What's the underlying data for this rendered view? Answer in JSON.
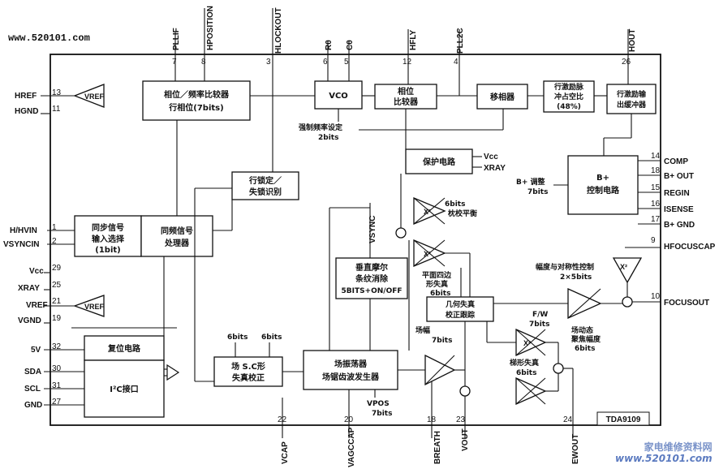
{
  "website": "www.520101.com",
  "watermark": "家电维修资料网",
  "watermark_url": "www.520101.com",
  "chip": "TDA9109",
  "top_pins": [
    {
      "name": "PLLIF",
      "num": "7"
    },
    {
      "name": "HPOSITION",
      "num": "8"
    },
    {
      "name": "HLOCKOUT",
      "num": "3"
    },
    {
      "name": "R0",
      "num": "6"
    },
    {
      "name": "C0",
      "num": "5"
    },
    {
      "name": "HFLY",
      "num": "12"
    },
    {
      "name": "PLL2C",
      "num": "4"
    },
    {
      "name": "HOUT",
      "num": "26"
    }
  ],
  "left_pins": [
    {
      "name": "HREF",
      "num": "13"
    },
    {
      "name": "HGND",
      "num": "11"
    },
    {
      "name": "H/HVIN",
      "num": "1"
    },
    {
      "name": "VSYNCIN",
      "num": "2"
    },
    {
      "name": "Vcc",
      "num": "29"
    },
    {
      "name": "XRAY",
      "num": "25"
    },
    {
      "name": "VREF",
      "num": "21"
    },
    {
      "name": "VGND",
      "num": "19"
    },
    {
      "name": "5V",
      "num": "32"
    },
    {
      "name": "SDA",
      "num": "30"
    },
    {
      "name": "SCL",
      "num": "31"
    },
    {
      "name": "GND",
      "num": "27"
    }
  ],
  "right_pins": [
    {
      "name": "COMP",
      "num": "14"
    },
    {
      "name": "B+ OUT",
      "num": "18"
    },
    {
      "name": "REGIN",
      "num": "15"
    },
    {
      "name": "ISENSE",
      "num": "16"
    },
    {
      "name": "B+ GND",
      "num": "17"
    },
    {
      "name": "HFOCUSCAP",
      "num": "9"
    },
    {
      "name": "FOCUSOUT",
      "num": "10"
    }
  ],
  "bottom_pins": [
    {
      "name": "VCAP",
      "num": "22"
    },
    {
      "name": "VAGCCAP",
      "num": "20"
    },
    {
      "name": "BREATH",
      "num": "18"
    },
    {
      "name": "VOUT",
      "num": "23"
    },
    {
      "name": "EWOUT",
      "num": "24"
    }
  ],
  "blocks": {
    "phase_compare_1": [
      "相位／频率比较器",
      "行相位(7bits)"
    ],
    "vco": "VCO",
    "phase_compare_2": [
      "相位",
      "比较器"
    ],
    "phase_shifter": "移相器",
    "duty": [
      "行激励脉",
      "冲占空比",
      "(48%)"
    ],
    "hout_buffer": [
      "行激励输",
      "出缓冲器"
    ],
    "lock_detect": [
      "行锁定／",
      "失锁识别"
    ],
    "sync_select": [
      "同步信号",
      "输入选择",
      "(1bit)"
    ],
    "sync_proc": [
      "同频信号",
      "处理器"
    ],
    "protect": "保护电路",
    "bplus": [
      "B+",
      "控制电路"
    ],
    "moire": [
      "垂直摩尔",
      "条纹消除",
      "5BITS+ON/OFF"
    ],
    "geometry": [
      "几何失真",
      "校正跟踪"
    ],
    "reset": "复位电路",
    "i2c": "I²C接口",
    "sc_correct": [
      "场 S.C形",
      "失真校正"
    ],
    "vosc": [
      "场振荡器",
      "场锯齿波发生器"
    ]
  },
  "labels": {
    "force_freq": "强制频率设定",
    "force_freq_bits": "2bits",
    "vcc_in": "Vcc",
    "xray_in": "XRAY",
    "bplus_adj": "B+ 调整",
    "bplus_bits": "7bits",
    "vsync": "VSYNC",
    "pin_balance": "枕校平衡",
    "pin_balance_bits": "6bits",
    "parallelogram": "平面四边",
    "parallelogram_2": "形失真",
    "parallelogram_bits": "6bits",
    "amp_sym": "幅度与对称性控制",
    "amp_sym_bits": "2×5bits",
    "vamp": "场幅",
    "vamp_bits": "7bits",
    "fw": "F/W",
    "fw_bits": "7bits",
    "trapezoid": "梯形失真",
    "trapezoid_bits": "6bits",
    "dyn_focus": "场动态",
    "dyn_focus_2": "聚焦幅度",
    "dyn_focus_bits": "6bits",
    "bits6_a": "6bits",
    "bits6_b": "6bits",
    "vpos": "VPOS",
    "vpos_bits": "7bits",
    "x2": "X²",
    "vref_tri": "VREF"
  }
}
